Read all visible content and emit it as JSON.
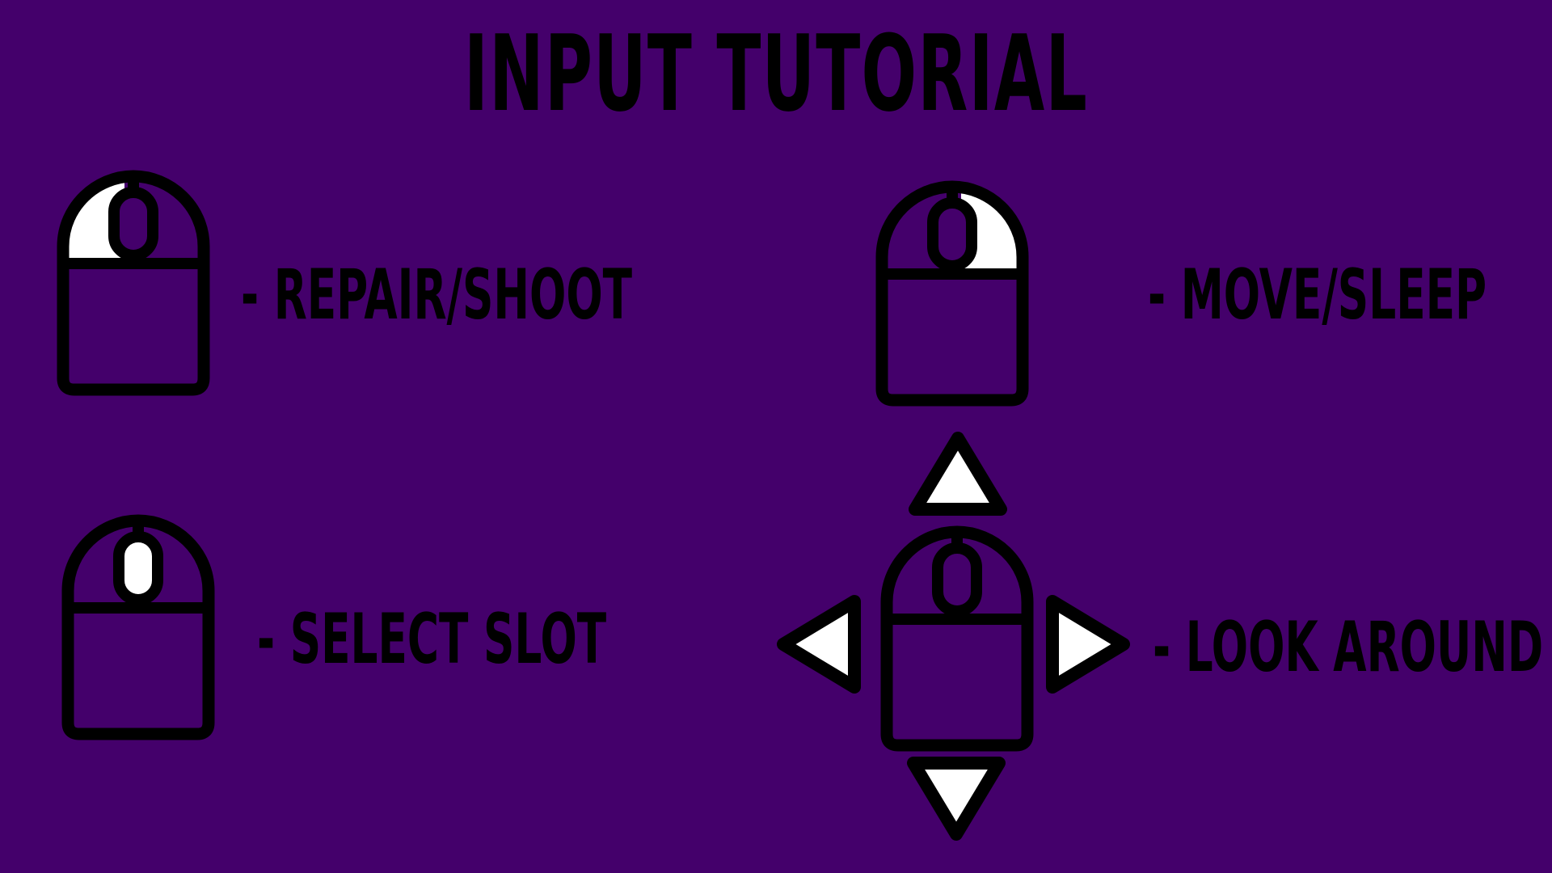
{
  "screen": {
    "title": "INPUT TUTORIAL",
    "background_color": "#44006b"
  },
  "controls": [
    {
      "id": "left-click",
      "icon": "mouse-left-button-icon",
      "label": "- REPAIR/SHOOT"
    },
    {
      "id": "right-click",
      "icon": "mouse-right-button-icon",
      "label": "- MOVE/SLEEP"
    },
    {
      "id": "scroll-wheel",
      "icon": "mouse-scroll-wheel-icon",
      "label": "- SELECT SLOT"
    },
    {
      "id": "mouse-move",
      "icon": "mouse-move-icon",
      "label": "- LOOK AROUND"
    }
  ],
  "colors": {
    "outline": "#000000",
    "highlight": "#ffffff"
  }
}
